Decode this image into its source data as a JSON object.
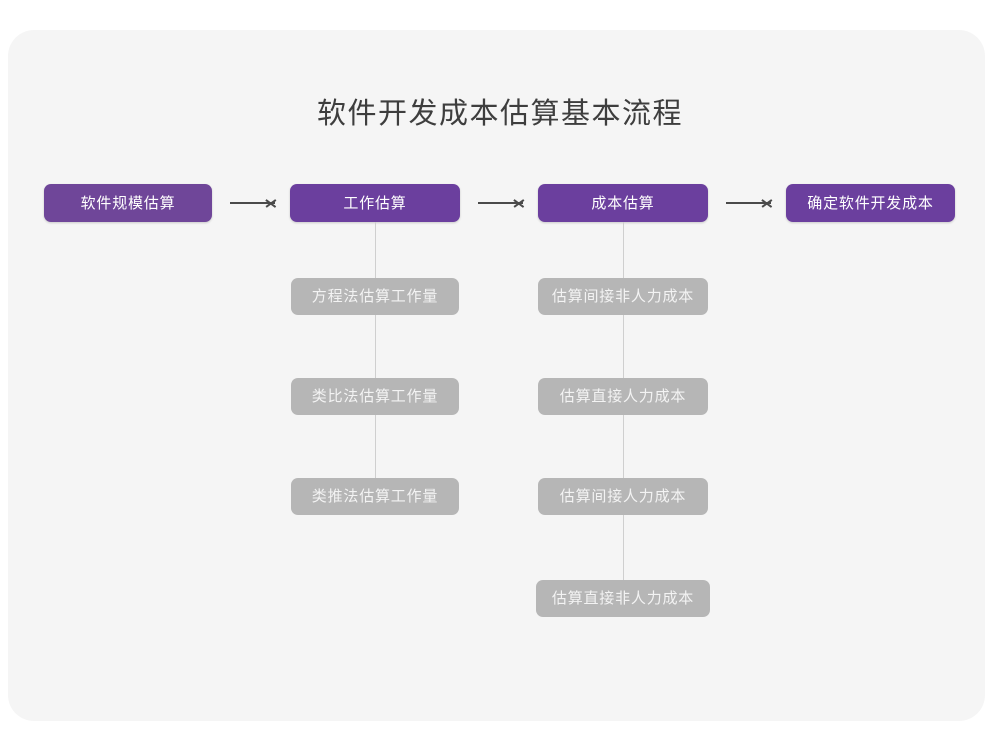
{
  "page": {
    "title": "软件开发成本估算基本流程",
    "background_color": "#ffffff",
    "card_color": "#f5f5f5"
  },
  "colors": {
    "primary_purple": "#6b3f9e",
    "primary_purple_first": "#6f4699",
    "secondary_gray": "#b6b6b6",
    "secondary_text": "#f3f3f3",
    "arrow": "#4a4a4a",
    "connector_line": "#cfcfcf",
    "title_text": "#3e3e3e"
  },
  "flow": {
    "stages": [
      {
        "id": "stage-1",
        "label": "软件规模估算",
        "type": "primary",
        "substeps": []
      },
      {
        "id": "stage-2",
        "label": "工作估算",
        "type": "primary",
        "substeps": [
          {
            "id": "sub-2-1",
            "label": "方程法估算工作量"
          },
          {
            "id": "sub-2-2",
            "label": "类比法估算工作量"
          },
          {
            "id": "sub-2-3",
            "label": "类推法估算工作量"
          }
        ]
      },
      {
        "id": "stage-3",
        "label": "成本估算",
        "type": "primary",
        "substeps": [
          {
            "id": "sub-3-1",
            "label": "估算间接非人力成本"
          },
          {
            "id": "sub-3-2",
            "label": "估算直接人力成本"
          },
          {
            "id": "sub-3-3",
            "label": "估算间接人力成本"
          },
          {
            "id": "sub-3-4",
            "label": "估算直接非人力成本"
          }
        ]
      },
      {
        "id": "stage-4",
        "label": "确定软件开发成本",
        "type": "primary",
        "substeps": []
      }
    ],
    "connector_icons": [
      {
        "id": "arrow-1",
        "name": "arrow-right-icon"
      },
      {
        "id": "arrow-2",
        "name": "arrow-right-icon"
      },
      {
        "id": "arrow-3",
        "name": "arrow-right-icon"
      }
    ]
  }
}
